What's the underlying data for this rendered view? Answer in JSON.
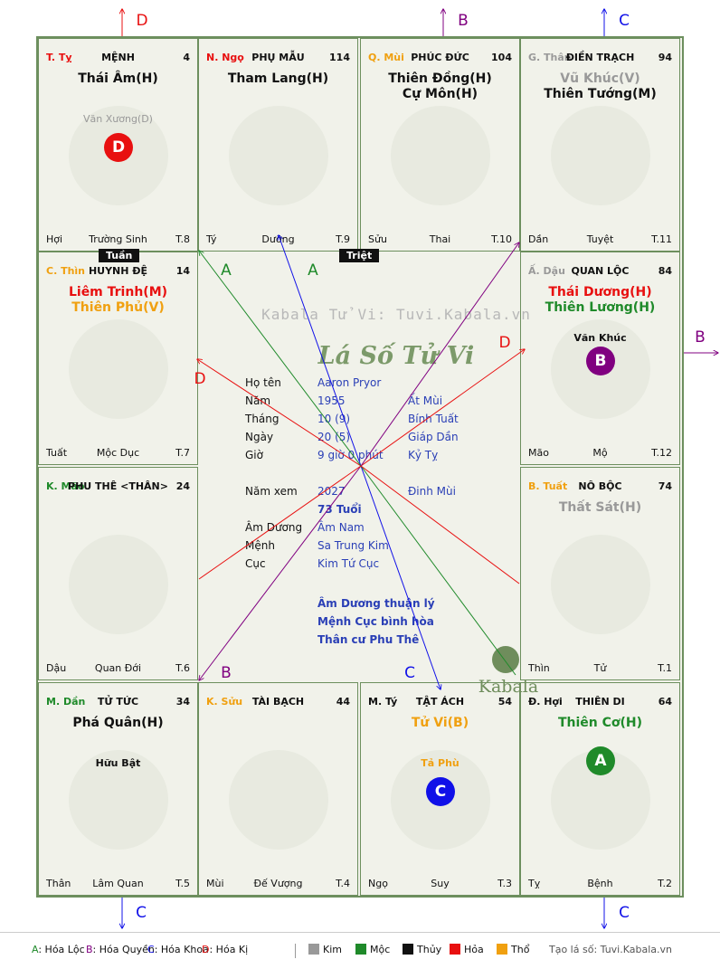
{
  "cells": [
    {
      "id": "menh",
      "name": "T. Tỵ",
      "name_color": "#e81010",
      "title": "MỆNH",
      "num": "4",
      "stars": [
        {
          "text": "Thái Âm(H)",
          "color": "#111111"
        }
      ],
      "minor": [
        {
          "text": "Văn Xương(D)",
          "color": "#999999"
        }
      ],
      "badge": {
        "text": "D",
        "color": "#e81010"
      },
      "bottom": {
        "left": "Hợi",
        "center": "Trường Sinh",
        "right": "T.8"
      }
    },
    {
      "id": "phu-mau",
      "name": "N. Ngọ",
      "name_color": "#e81010",
      "title": "PHỤ MẪU",
      "num": "114",
      "stars": [
        {
          "text": "Tham Lang(H)",
          "color": "#111111"
        }
      ],
      "minor": [],
      "badge": null,
      "bottom": {
        "left": "Tý",
        "center": "Dưỡng",
        "right": "T.9"
      }
    },
    {
      "id": "phuc-duc",
      "name": "Q. Mùi",
      "name_color": "#f0a010",
      "title": "PHÚC ĐỨC",
      "num": "104",
      "stars": [
        {
          "text": "Thiên Đồng(H)",
          "color": "#111111"
        },
        {
          "text": "Cự Môn(H)",
          "color": "#111111"
        }
      ],
      "minor": [],
      "badge": null,
      "bottom": {
        "left": "Sửu",
        "center": "Thai",
        "right": "T.10"
      }
    },
    {
      "id": "dien-trach",
      "name": "G. Thân",
      "name_color": "#999999",
      "title": "ĐIỀN TRẠCH",
      "num": "94",
      "stars": [
        {
          "text": "Vũ Khúc(V)",
          "color": "#999999"
        },
        {
          "text": "Thiên Tướng(M)",
          "color": "#111111"
        }
      ],
      "minor": [],
      "badge": null,
      "bottom": {
        "left": "Dần",
        "center": "Tuyệt",
        "right": "T.11"
      }
    },
    {
      "id": "huynh-de",
      "name": "C. Thìn",
      "name_color": "#f0a010",
      "title": "HUYNH ĐỆ",
      "num": "14",
      "stars": [
        {
          "text": "Liêm Trinh(M)",
          "color": "#e81010"
        },
        {
          "text": "Thiên Phủ(V)",
          "color": "#f0a010"
        }
      ],
      "minor": [],
      "badge": null,
      "bottom": {
        "left": "Tuất",
        "center": "Mộc Dục",
        "right": "T.7"
      }
    },
    {
      "id": "quan-loc",
      "name": "Ấ. Dậu",
      "name_color": "#999999",
      "title": "QUAN LỘC",
      "num": "84",
      "stars": [
        {
          "text": "Thái Dương(H)",
          "color": "#e81010"
        },
        {
          "text": "Thiên Lương(H)",
          "color": "#1f8a2a"
        }
      ],
      "minor": [
        {
          "text": "Văn Khúc",
          "color": "#111111"
        }
      ],
      "badge": {
        "text": "B",
        "color": "#800080"
      },
      "bottom": {
        "left": "Mão",
        "center": "Mộ",
        "right": "T.12"
      }
    },
    {
      "id": "phu-the",
      "name": "K. Mão",
      "name_color": "#1f8a2a",
      "title": "PHU THÊ <THÂN>",
      "num": "24",
      "stars": [],
      "minor": [],
      "badge": null,
      "bottom": {
        "left": "Dậu",
        "center": "Quan Đới",
        "right": "T.6"
      }
    },
    {
      "id": "no-boc",
      "name": "B. Tuất",
      "name_color": "#f0a010",
      "title": "NÔ BỘC",
      "num": "74",
      "stars": [
        {
          "text": "Thất Sát(H)",
          "color": "#999999"
        }
      ],
      "minor": [],
      "badge": null,
      "bottom": {
        "left": "Thìn",
        "center": "Tử",
        "right": "T.1"
      }
    },
    {
      "id": "tu-tuc",
      "name": "M. Dần",
      "name_color": "#1f8a2a",
      "title": "TỬ TỨC",
      "num": "34",
      "stars": [
        {
          "text": "Phá Quân(H)",
          "color": "#111111"
        }
      ],
      "minor": [
        {
          "text": "Hữu Bật",
          "color": "#111111"
        }
      ],
      "badge": null,
      "bottom": {
        "left": "Thân",
        "center": "Lâm Quan",
        "right": "T.5"
      }
    },
    {
      "id": "tai-bach",
      "name": "K. Sửu",
      "name_color": "#f0a010",
      "title": "TÀI BẠCH",
      "num": "44",
      "stars": [],
      "minor": [],
      "badge": null,
      "bottom": {
        "left": "Mùi",
        "center": "Đế Vượng",
        "right": "T.4"
      }
    },
    {
      "id": "tat-ach",
      "name": "M. Tý",
      "name_color": "#111111",
      "title": "TẬT ÁCH",
      "num": "54",
      "stars": [
        {
          "text": "Tử Vi(B)",
          "color": "#f0a010"
        }
      ],
      "minor": [
        {
          "text": "Tả Phù",
          "color": "#f0a010"
        }
      ],
      "badge": {
        "text": "C",
        "color": "#1010e8"
      },
      "bottom": {
        "left": "Ngọ",
        "center": "Suy",
        "right": "T.3"
      }
    },
    {
      "id": "thien-di",
      "name": "Đ. Hợi",
      "name_color": "#111111",
      "title": "THIÊN DI",
      "num": "64",
      "stars": [
        {
          "text": "Thiên Cơ(H)",
          "color": "#1f8a2a"
        }
      ],
      "minor": [],
      "badge": {
        "text": "A",
        "color": "#1f8a2a"
      },
      "bottom": {
        "left": "Tỵ",
        "center": "Bệnh",
        "right": "T.2"
      }
    }
  ],
  "tags": {
    "tuan": "Tuần",
    "triet": "Triệt"
  },
  "watermark": "Kabala Tử Vi: Tuvi.Kabala.vn",
  "center": {
    "heading": "Lá Số Tử Vi",
    "rows": [
      {
        "label": "Họ tên",
        "v1": "Aaron Pryor",
        "v2": ""
      },
      {
        "label": "Năm",
        "v1": "1955",
        "v2": "Ất Mùi"
      },
      {
        "label": "Tháng",
        "v1": "10 (9)",
        "v2": "Bính Tuất"
      },
      {
        "label": "Ngày",
        "v1": "20  (5)",
        "v2": "Giáp Dần"
      },
      {
        "label": "Giờ",
        "v1": "9 giờ 0 phút",
        "v2": "Kỷ Tỵ"
      },
      {
        "label": "Năm xem",
        "v1": "2027",
        "v2": "Đinh Mùi"
      },
      {
        "label": "",
        "v1": "73 Tuổi",
        "v2": ""
      },
      {
        "label": "Âm Dương",
        "v1": "Âm Nam",
        "v2": ""
      },
      {
        "label": "Mệnh",
        "v1": "Sa Trung Kim",
        "v2": ""
      },
      {
        "label": "Cục",
        "v1": "Kim Tứ Cục",
        "v2": ""
      }
    ],
    "notes": [
      "Âm Dương thuận lý",
      "Mệnh Cục bình hòa",
      "Thân cư Phu Thê"
    ],
    "logo_text": "Kabala"
  },
  "arrow_labels": {
    "a": "A",
    "b": "B",
    "c": "C",
    "d": "D"
  },
  "colors": {
    "a": "#1f8a2a",
    "b": "#800080",
    "c": "#1010e8",
    "d": "#e81010"
  },
  "legend": {
    "hoa": [
      {
        "key": "A",
        "label": ": Hóa Lộc",
        "color": "#1f8a2a"
      },
      {
        "key": "B",
        "label": ": Hóa Quyền",
        "color": "#800080"
      },
      {
        "key": "C",
        "label": ": Hóa Khoa",
        "color": "#1010e8"
      },
      {
        "key": "D",
        "label": ": Hóa Kị",
        "color": "#e81010"
      }
    ],
    "elements": [
      {
        "label": "Kim",
        "color": "#999999"
      },
      {
        "label": "Mộc",
        "color": "#1f8a2a"
      },
      {
        "label": "Thủy",
        "color": "#111111"
      },
      {
        "label": "Hỏa",
        "color": "#e81010"
      },
      {
        "label": "Thổ",
        "color": "#f0a010"
      }
    ],
    "credit": "Tạo lá số: Tuvi.Kabala.vn"
  }
}
